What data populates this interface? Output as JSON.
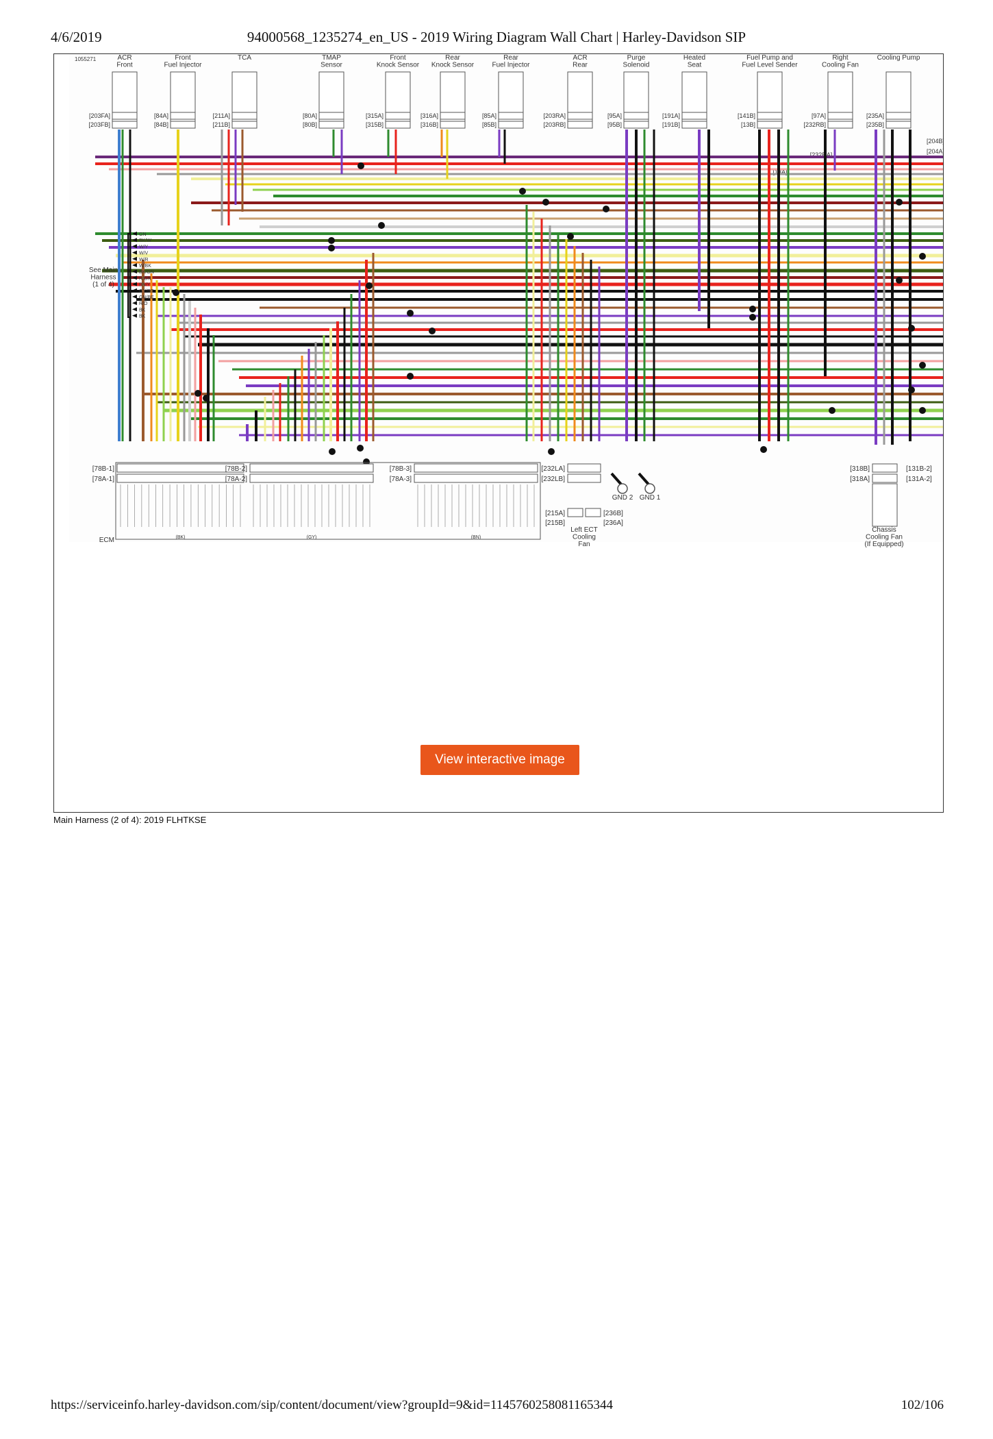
{
  "header": {
    "date": "4/6/2019",
    "title": "94000568_1235274_en_US - 2019 Wiring Diagram Wall Chart | Harley-Davidson SIP"
  },
  "diagram": {
    "ref_number": "1055271",
    "components": [
      {
        "name": "ACR\nFront",
        "conn_a": "[203FA]",
        "conn_b": "[203FB]"
      },
      {
        "name": "Front\nFuel Injector",
        "conn_a": "[84A]",
        "conn_b": "[84B]"
      },
      {
        "name": "TCA",
        "conn_a": "[211A]",
        "conn_b": "[211B]"
      },
      {
        "name": "TMAP\nSensor",
        "conn_a": "[80A]",
        "conn_b": "[80B]"
      },
      {
        "name": "Front\nKnock Sensor",
        "conn_a": "[315A]",
        "conn_b": "[315B]"
      },
      {
        "name": "Rear\nKnock Sensor",
        "conn_a": "[316A]",
        "conn_b": "[316B]"
      },
      {
        "name": "Rear\nFuel Injector",
        "conn_a": "[85A]",
        "conn_b": "[85B]"
      },
      {
        "name": "ACR\nRear",
        "conn_a": "[203RA]",
        "conn_b": "[203RB]"
      },
      {
        "name": "Purge\nSolenoid",
        "conn_a": "[95A]",
        "conn_b": "[95B]"
      },
      {
        "name": "Heated\nSeat",
        "conn_a": "[191A]",
        "conn_b": "[191B]"
      },
      {
        "name": "Fuel Pump and\nFuel Level Sender",
        "conn_a": "[141B]",
        "conn_b": "[13B]"
      },
      {
        "name": "Right\nCooling Fan",
        "conn_a": "[97A]",
        "conn_b": "[232RB]"
      },
      {
        "name": "Cooling Pump",
        "conn_a": "[235A]",
        "conn_b": "[235B]"
      }
    ],
    "extra_connectors": [
      "[13A]",
      "[232RA]",
      "[204B]",
      "[204A]"
    ],
    "see_main": "See Main\nHarness\n(1 of 4)",
    "harness_wires": [
      "GN",
      "BK/W",
      "W/Y",
      "W/V",
      "W/R",
      "W/BK",
      "BK/GN",
      "R/GN",
      "BN/Y",
      "GY/BE",
      "GN/BE",
      "R/O",
      "BK",
      "BK"
    ],
    "ecm": {
      "label": "ECM",
      "groups": [
        {
          "conn_a": "[78B-1]",
          "conn_b": "[78A-1]",
          "color": "(BK)"
        },
        {
          "conn_a": "[78B-2]",
          "conn_b": "[78A-2]",
          "color": "(GY)"
        },
        {
          "conn_a": "[78B-3]",
          "conn_b": "[78A-3]",
          "color": "(BN)"
        }
      ]
    },
    "left_fan": {
      "label": "Left  ECT\nCooling\nFan",
      "conn_a": "[232LA]",
      "conn_b": "[232LB]",
      "conn_c": "[215A]",
      "conn_d": "[215B]",
      "conn_e": "[236B]",
      "conn_f": "[236A]"
    },
    "grounds": [
      "GND 2",
      "GND 1"
    ],
    "chassis_fan": {
      "label": "Chassis\nCooling Fan\n(If Equipped)",
      "conn_a": "[318B]",
      "conn_b": "[318A]",
      "conn_c": "[131B-2]",
      "conn_d": "[131A-2]"
    }
  },
  "button": {
    "label": "View interactive image"
  },
  "caption": "Main Harness (2 of 4): 2019 FLHTKSE",
  "footer": {
    "url": "https://serviceinfo.harley-davidson.com/sip/content/document/view?groupId=9&id=1145760258081165344",
    "page": "102/106"
  }
}
